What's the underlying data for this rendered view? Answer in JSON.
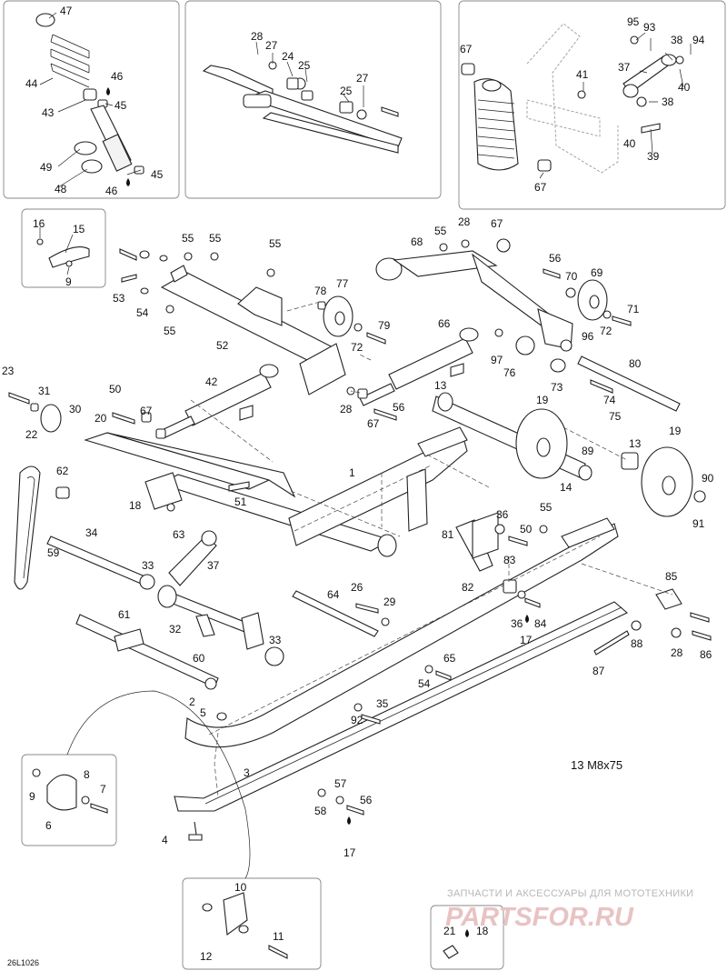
{
  "diagram": {
    "drawing_code": "26L1026",
    "note": "13 M8x75",
    "watermark": {
      "line1": "ЗАПЧАСТИ И АКСЕССУАРЫ ДЛЯ МОТОТЕХНИКИ",
      "line2": "PARTSFOR.RU"
    },
    "labels": [
      {
        "id": "c47",
        "text": "47"
      },
      {
        "id": "c44",
        "text": "44"
      },
      {
        "id": "c46a",
        "text": "46"
      },
      {
        "id": "c45a",
        "text": "45"
      },
      {
        "id": "c43",
        "text": "43"
      },
      {
        "id": "c49",
        "text": "49"
      },
      {
        "id": "c48",
        "text": "48"
      },
      {
        "id": "c46b",
        "text": "46"
      },
      {
        "id": "c45b",
        "text": "45"
      },
      {
        "id": "c28a",
        "text": "28"
      },
      {
        "id": "c27a",
        "text": "27"
      },
      {
        "id": "c24",
        "text": "24"
      },
      {
        "id": "c25a",
        "text": "25"
      },
      {
        "id": "c25b",
        "text": "25"
      },
      {
        "id": "c27b",
        "text": "27"
      },
      {
        "id": "c67a",
        "text": "67"
      },
      {
        "id": "c95",
        "text": "95"
      },
      {
        "id": "c93",
        "text": "93"
      },
      {
        "id": "c38a",
        "text": "38"
      },
      {
        "id": "c94",
        "text": "94"
      },
      {
        "id": "c37a",
        "text": "37"
      },
      {
        "id": "c41",
        "text": "41"
      },
      {
        "id": "c40a",
        "text": "40"
      },
      {
        "id": "c38b",
        "text": "38"
      },
      {
        "id": "c40b",
        "text": "40"
      },
      {
        "id": "c39",
        "text": "39"
      },
      {
        "id": "c67b",
        "text": "67"
      },
      {
        "id": "c16",
        "text": "16"
      },
      {
        "id": "c15",
        "text": "15"
      },
      {
        "id": "c9a",
        "text": "9"
      },
      {
        "id": "c55a",
        "text": "55"
      },
      {
        "id": "c55b",
        "text": "55"
      },
      {
        "id": "c55c",
        "text": "55"
      },
      {
        "id": "c53",
        "text": "53"
      },
      {
        "id": "c54a",
        "text": "54"
      },
      {
        "id": "c55d",
        "text": "55"
      },
      {
        "id": "c52",
        "text": "52"
      },
      {
        "id": "c78",
        "text": "78"
      },
      {
        "id": "c77",
        "text": "77"
      },
      {
        "id": "c79",
        "text": "79"
      },
      {
        "id": "c72a",
        "text": "72"
      },
      {
        "id": "c55e",
        "text": "55"
      },
      {
        "id": "c28b",
        "text": "28"
      },
      {
        "id": "c67c",
        "text": "67"
      },
      {
        "id": "c68",
        "text": "68"
      },
      {
        "id": "c56a",
        "text": "56"
      },
      {
        "id": "c70",
        "text": "70"
      },
      {
        "id": "c69",
        "text": "69"
      },
      {
        "id": "c71",
        "text": "71"
      },
      {
        "id": "c72b",
        "text": "72"
      },
      {
        "id": "c66",
        "text": "66"
      },
      {
        "id": "c96",
        "text": "96"
      },
      {
        "id": "c97",
        "text": "97"
      },
      {
        "id": "c76",
        "text": "76"
      },
      {
        "id": "c80",
        "text": "80"
      },
      {
        "id": "c73",
        "text": "73"
      },
      {
        "id": "c74",
        "text": "74"
      },
      {
        "id": "c75",
        "text": "75"
      },
      {
        "id": "c23",
        "text": "23"
      },
      {
        "id": "c31",
        "text": "31"
      },
      {
        "id": "c22",
        "text": "22"
      },
      {
        "id": "c30",
        "text": "30"
      },
      {
        "id": "c50a",
        "text": "50"
      },
      {
        "id": "c67d",
        "text": "67"
      },
      {
        "id": "c20",
        "text": "20"
      },
      {
        "id": "c42",
        "text": "42"
      },
      {
        "id": "c28c",
        "text": "28"
      },
      {
        "id": "c67e",
        "text": "67"
      },
      {
        "id": "c56b",
        "text": "56"
      },
      {
        "id": "c13a",
        "text": "13"
      },
      {
        "id": "c19a",
        "text": "19"
      },
      {
        "id": "c14",
        "text": "14"
      },
      {
        "id": "c89",
        "text": "89"
      },
      {
        "id": "c13b",
        "text": "13"
      },
      {
        "id": "c19b",
        "text": "19"
      },
      {
        "id": "c90",
        "text": "90"
      },
      {
        "id": "c91",
        "text": "91"
      },
      {
        "id": "c62",
        "text": "62"
      },
      {
        "id": "c18a",
        "text": "18"
      },
      {
        "id": "c51",
        "text": "51"
      },
      {
        "id": "c1",
        "text": "1"
      },
      {
        "id": "c63",
        "text": "63"
      },
      {
        "id": "c36a",
        "text": "36"
      },
      {
        "id": "c50b",
        "text": "50"
      },
      {
        "id": "c55f",
        "text": "55"
      },
      {
        "id": "c81",
        "text": "81"
      },
      {
        "id": "c59",
        "text": "59"
      },
      {
        "id": "c34",
        "text": "34"
      },
      {
        "id": "c37b",
        "text": "37"
      },
      {
        "id": "c83",
        "text": "83"
      },
      {
        "id": "c82",
        "text": "82"
      },
      {
        "id": "c33a",
        "text": "33"
      },
      {
        "id": "c85",
        "text": "85"
      },
      {
        "id": "c26",
        "text": "26"
      },
      {
        "id": "c64",
        "text": "64"
      },
      {
        "id": "c29",
        "text": "29"
      },
      {
        "id": "c36b",
        "text": "36"
      },
      {
        "id": "c84",
        "text": "84"
      },
      {
        "id": "c86",
        "text": "86"
      },
      {
        "id": "c17a",
        "text": "17"
      },
      {
        "id": "c88",
        "text": "88"
      },
      {
        "id": "c28d",
        "text": "28"
      },
      {
        "id": "c61",
        "text": "61"
      },
      {
        "id": "c32",
        "text": "32"
      },
      {
        "id": "c33b",
        "text": "33"
      },
      {
        "id": "c87",
        "text": "87"
      },
      {
        "id": "c60",
        "text": "60"
      },
      {
        "id": "c65",
        "text": "65"
      },
      {
        "id": "c54b",
        "text": "54"
      },
      {
        "id": "c2",
        "text": "2"
      },
      {
        "id": "c5",
        "text": "5"
      },
      {
        "id": "c35",
        "text": "35"
      },
      {
        "id": "c92",
        "text": "92"
      },
      {
        "id": "c8",
        "text": "8"
      },
      {
        "id": "c3",
        "text": "3"
      },
      {
        "id": "c7",
        "text": "7"
      },
      {
        "id": "c9b",
        "text": "9"
      },
      {
        "id": "c6",
        "text": "6"
      },
      {
        "id": "c57",
        "text": "57"
      },
      {
        "id": "c58",
        "text": "58"
      },
      {
        "id": "c56c",
        "text": "56"
      },
      {
        "id": "c4",
        "text": "4"
      },
      {
        "id": "c17b",
        "text": "17"
      },
      {
        "id": "c10",
        "text": "10"
      },
      {
        "id": "c11",
        "text": "11"
      },
      {
        "id": "c12",
        "text": "12"
      },
      {
        "id": "c21",
        "text": "21"
      },
      {
        "id": "c18b",
        "text": "18"
      }
    ]
  }
}
